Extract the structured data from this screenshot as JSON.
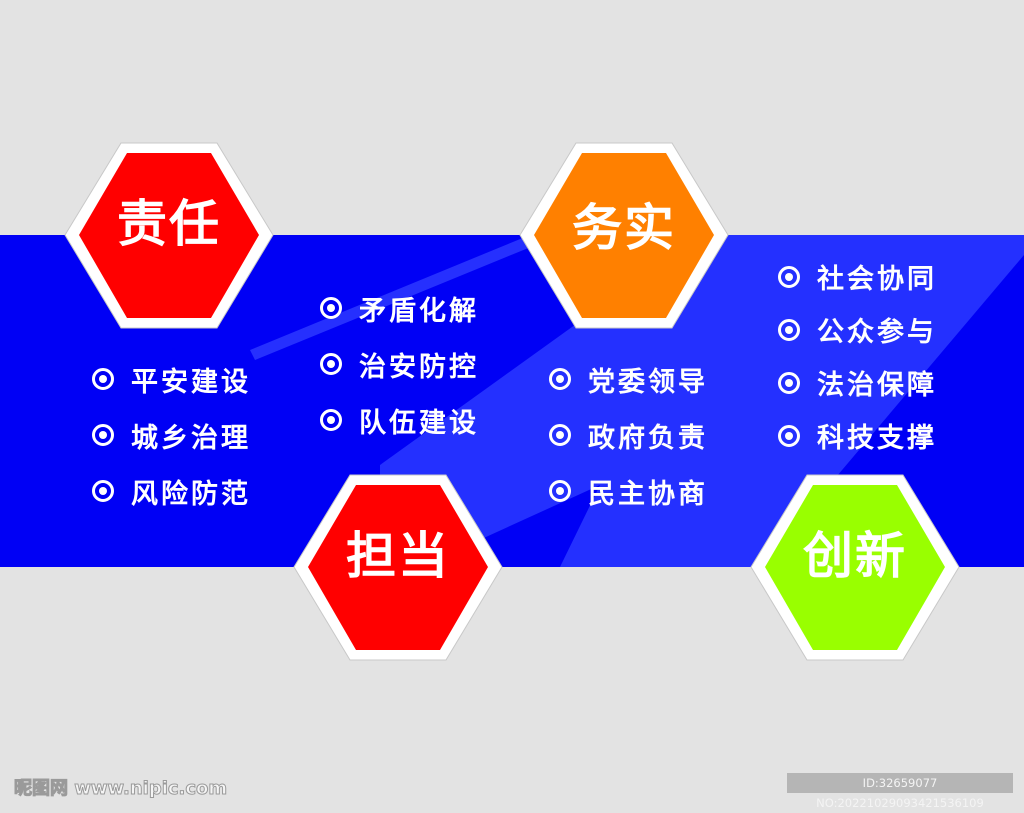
{
  "colors": {
    "background": "#e3e3e3",
    "band": "#0000f5",
    "band_streak": "#2a35ff",
    "hex_red": "#ff0000",
    "hex_orange": "#ff8000",
    "hex_green": "#99ff00",
    "hex_border": "#ffffff"
  },
  "hexagons": [
    {
      "label": "责任",
      "color": "#ff0000"
    },
    {
      "label": "务实",
      "color": "#ff8000"
    },
    {
      "label": "担当",
      "color": "#ff0000"
    },
    {
      "label": "创新",
      "color": "#99ff00"
    }
  ],
  "lists": [
    {
      "items": [
        "平安建设",
        "城乡治理",
        "风险防范"
      ]
    },
    {
      "items": [
        "矛盾化解",
        "治安防控",
        "队伍建设"
      ]
    },
    {
      "items": [
        "党委领导",
        "政府负责",
        "民主协商"
      ]
    },
    {
      "items": [
        "社会协同",
        "公众参与",
        "法治保障",
        "科技支撑"
      ]
    }
  ],
  "bullet_icon": "circle-dot-icon",
  "watermark": {
    "left": "昵图网 www.nipic.com",
    "right": "ID:32659077 NO:20221029093421536109"
  }
}
